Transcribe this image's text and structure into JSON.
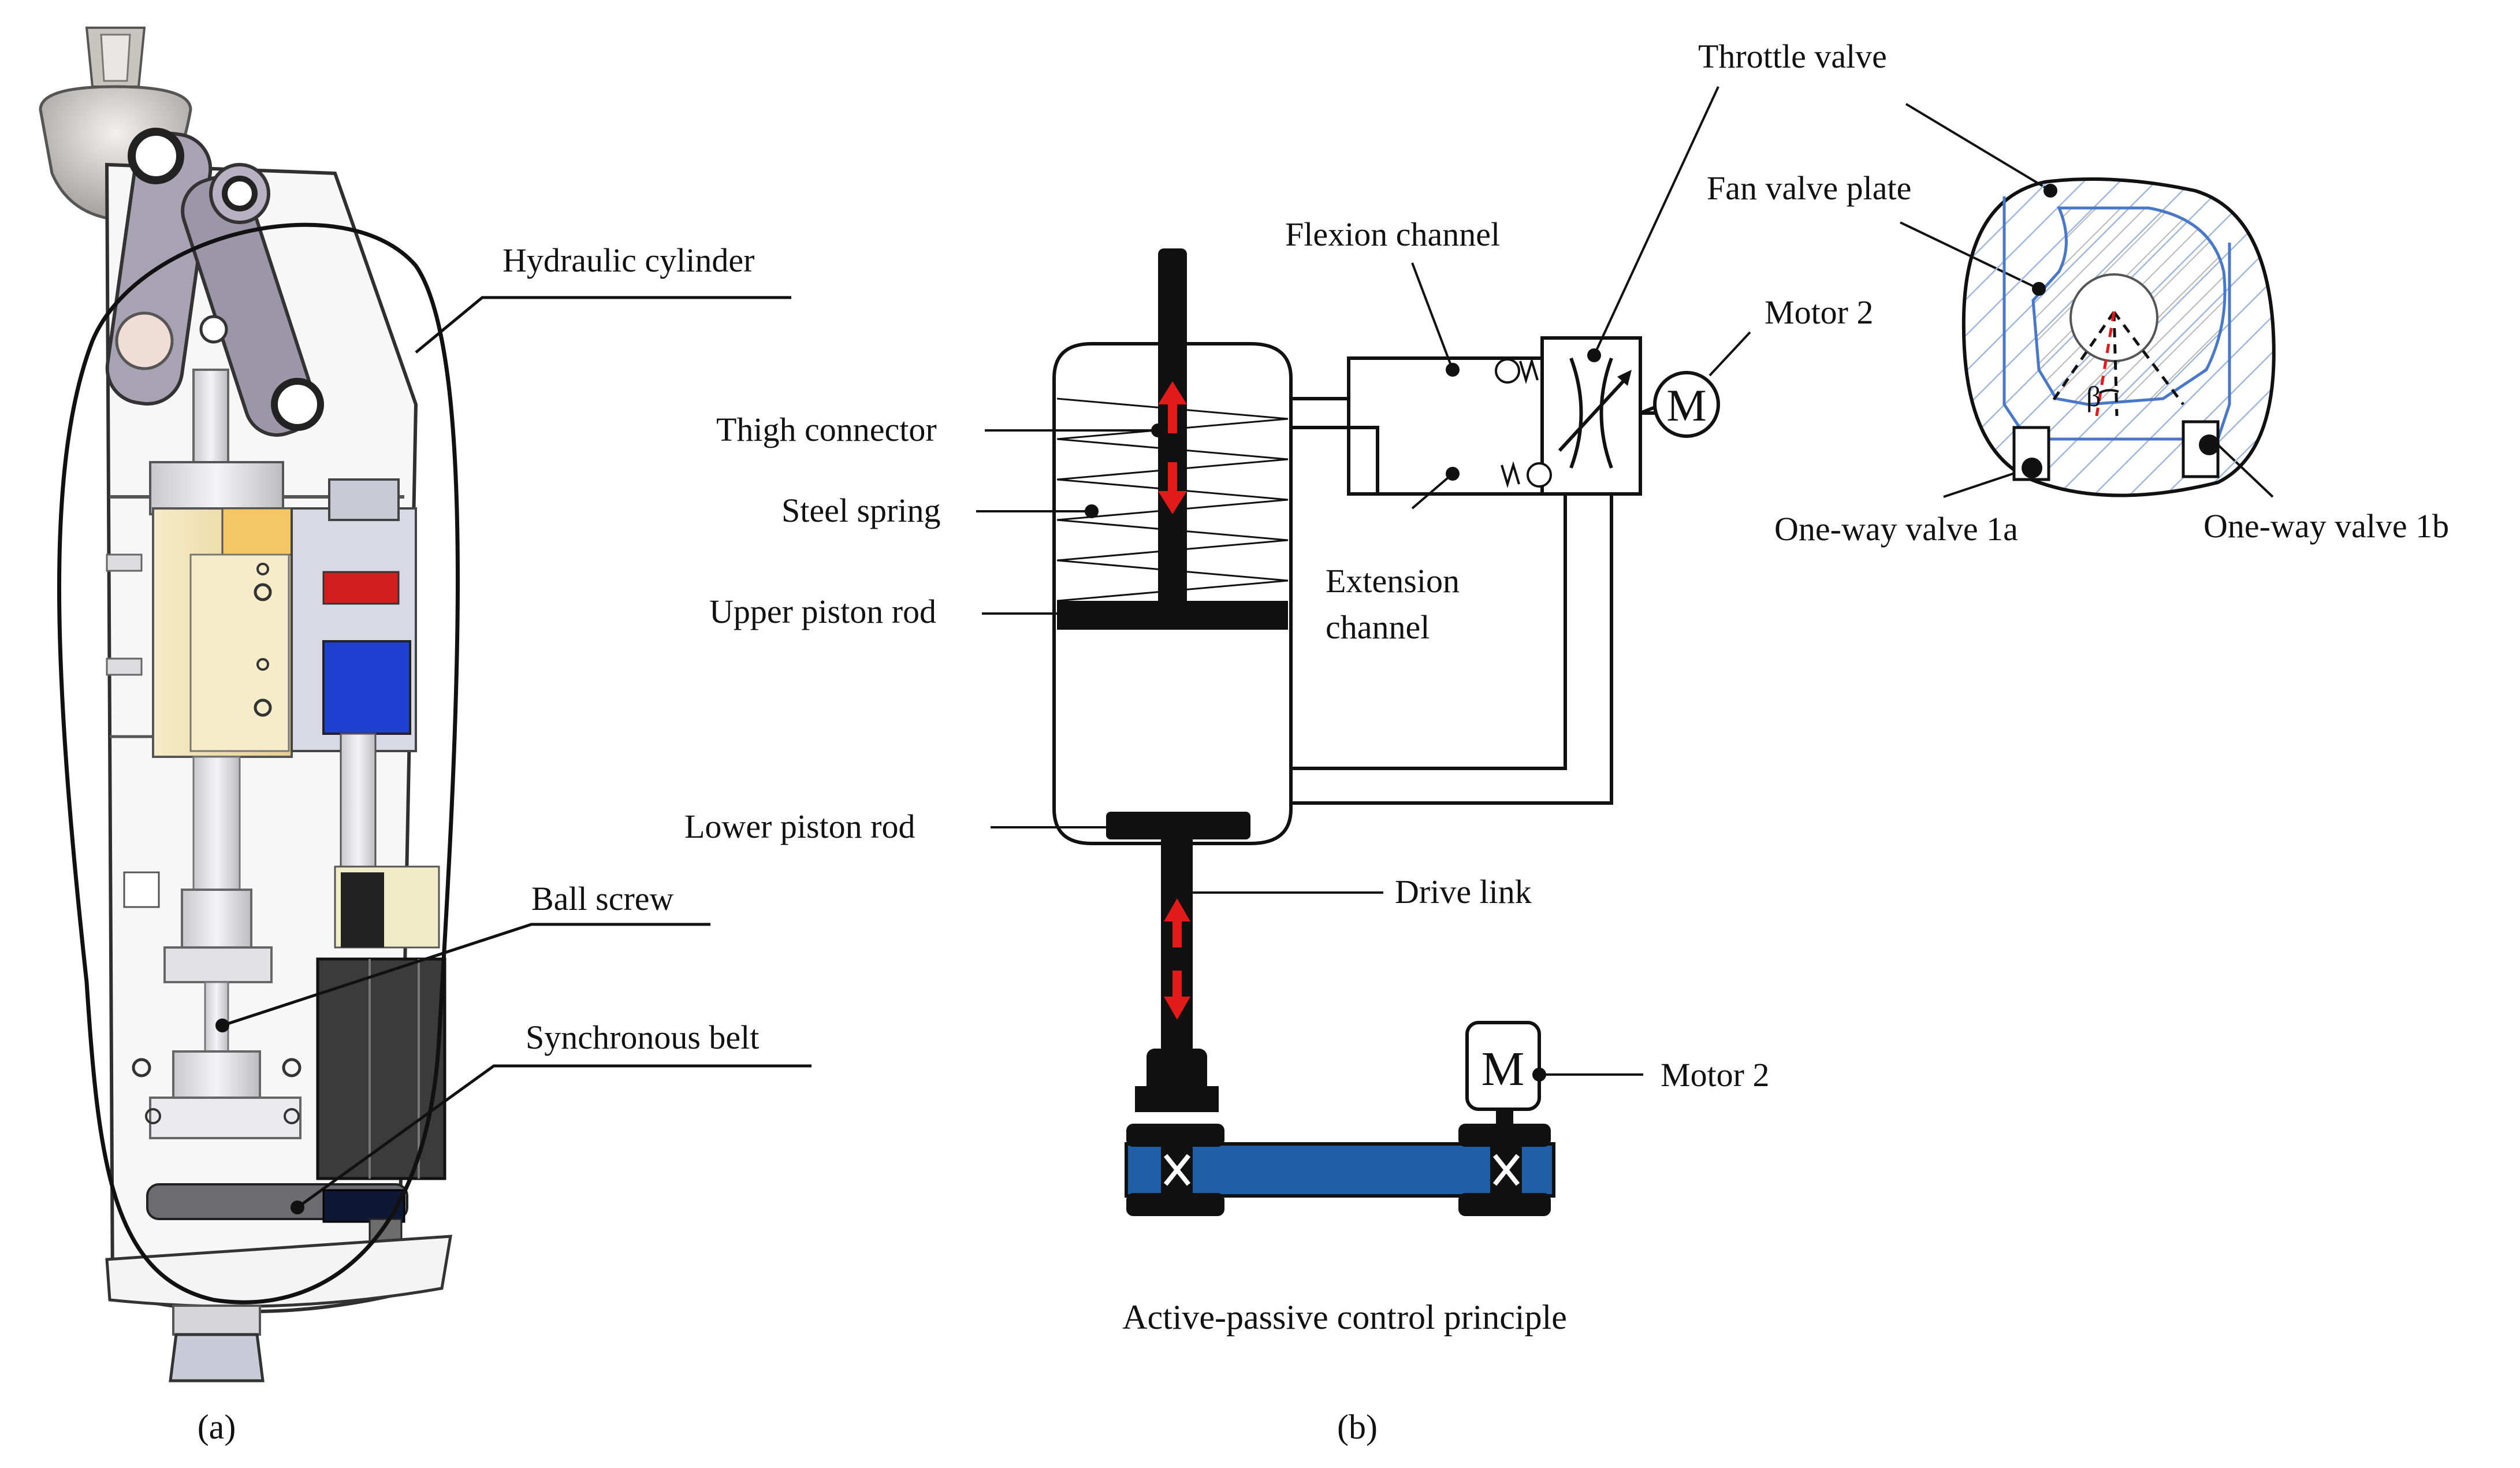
{
  "panel_a": {
    "caption": "(a)",
    "labels": {
      "hydraulic_cylinder": "Hydraulic cylinder",
      "ball_screw": "Ball screw",
      "synchronous_belt": "Synchronous belt"
    }
  },
  "panel_b": {
    "caption": "(b)",
    "title": "Active-passive control principle",
    "labels": {
      "thigh_connector": "Thigh connector",
      "steel_spring": "Steel spring",
      "upper_piston_rod": "Upper piston rod",
      "lower_piston_rod": "Lower piston rod",
      "drive_link": "Drive link",
      "flexion_channel": "Flexion channel",
      "extension_channel_line1": "Extension",
      "extension_channel_line2": "channel",
      "motor2_top": "Motor 2",
      "motor2_bottom": "Motor 2",
      "motor_symbol_top": "M",
      "motor_symbol_bottom": "M",
      "throttle_valve": "Throttle valve",
      "fan_valve_plate": "Fan valve plate",
      "one_way_valve_1a": "One-way  valve 1a",
      "one_way_valve_1b": "One-way  valve 1b",
      "beta": "β"
    }
  },
  "colors": {
    "rod": "#111111",
    "arrow": "#e21a1a",
    "belt": "#1f5fa8",
    "valve_outline": "#4a78c8",
    "hatch": "#9fb6e0",
    "beige": "#f0dfae",
    "blue_block": "#1f3fd0",
    "red_band": "#d21e1e",
    "dark_block": "#3b3b3b",
    "light_gray": "#d9d9dc"
  }
}
